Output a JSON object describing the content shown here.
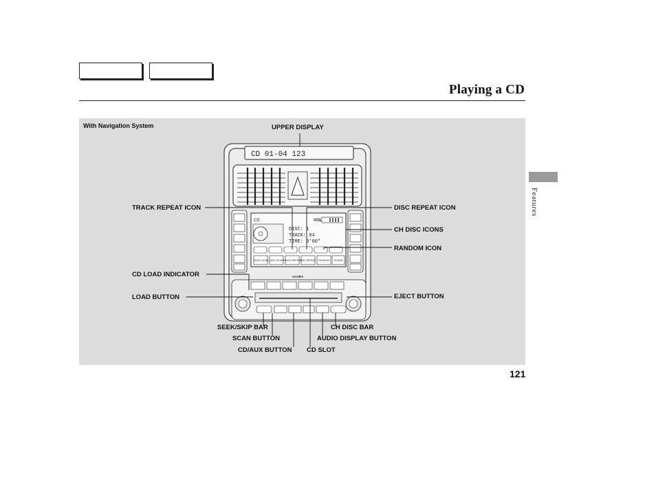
{
  "header": {
    "nav_buttons": [
      "",
      ""
    ],
    "title": "Playing a CD"
  },
  "side_tab": {
    "label": "Features"
  },
  "figure": {
    "caption": "With Navigation System",
    "callouts": {
      "upper_display": "UPPER DISPLAY",
      "track_repeat_icon": "TRACK REPEAT ICON",
      "disc_repeat_icon": "DISC REPEAT ICON",
      "ch_disc_icons": "CH DISC ICONS",
      "random_icon": "RANDOM ICON",
      "cd_load_indicator": "CD LOAD INDICATOR",
      "load_button": "LOAD BUTTON",
      "eject_button": "EJECT BUTTON",
      "seek_skip_bar": "SEEK/SKIP BAR",
      "ch_disc_bar": "CH DISC BAR",
      "scan_button": "SCAN BUTTON",
      "audio_display_button": "AUDIO DISPLAY BUTTON",
      "cd_aux_button": "CD/AUX BUTTON",
      "cd_slot": "CD SLOT"
    },
    "device": {
      "upper_display_text": "CD  01-04  123",
      "screen_lines": [
        "DISC:  1",
        "TRACK:  04",
        "TIME:  0'00\""
      ],
      "screen_vol": "VOL",
      "screen_cd": "CD",
      "soft_keys": [
        "TRACK SCAN",
        "DISC SCAN",
        "TRACK REPEAT",
        "DISC REPEAT",
        "RANDOM",
        "SOUND"
      ],
      "brand": "ACURA"
    }
  },
  "footer": {
    "page_number": "121"
  }
}
